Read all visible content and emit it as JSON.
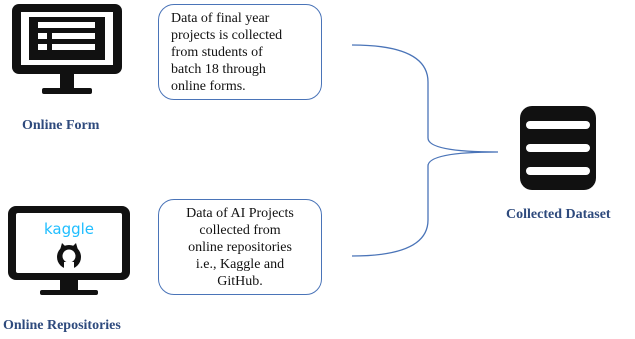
{
  "colors": {
    "caption": "#2e4a7d",
    "box_border": "#4a74b8",
    "brace": "#4a74b8",
    "icon": "#111111",
    "kaggle": "#20beff"
  },
  "sources": [
    {
      "label": "Online Form",
      "icon": "form-monitor-icon",
      "note_lines": [
        "Data of final year",
        "projects is collected",
        "from students of",
        "batch 18 through",
        "online forms."
      ]
    },
    {
      "label": "Online Repositories",
      "icon": "kaggle-monitor-icon",
      "icon_text": "kaggle",
      "note_lines": [
        "Data of AI Projects",
        "collected from",
        "online repositories",
        "i.e., Kaggle and",
        "GitHub."
      ]
    }
  ],
  "target": {
    "label": "Collected Dataset",
    "icon": "database-icon"
  }
}
